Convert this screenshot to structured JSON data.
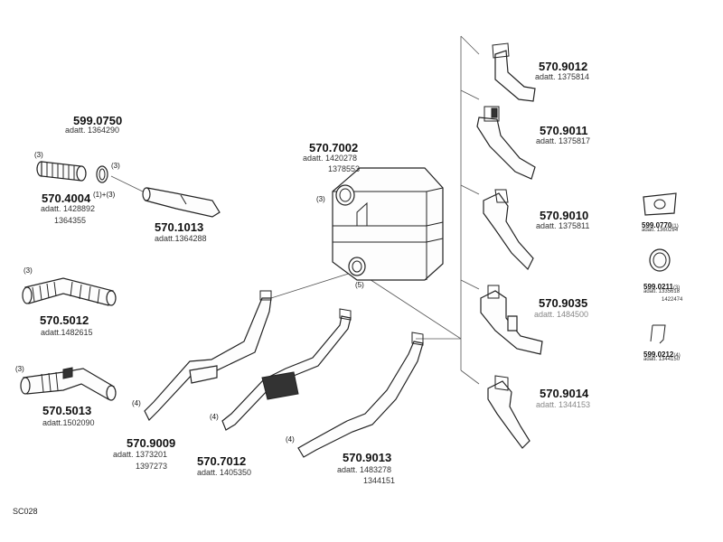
{
  "page_ref": "SC028",
  "parts": {
    "p599_0750": {
      "code": "599.0750",
      "adatt": [
        "adatt. 1364290"
      ]
    },
    "p570_4004": {
      "code": "570.4004",
      "adatt": [
        "adatt. 1428892",
        "1364355"
      ],
      "qty_left": "(3)",
      "qty_right": "(3)",
      "qty_mid": "(1)+(3)"
    },
    "p570_1013": {
      "code": "570.1013",
      "adatt": [
        "adatt.1364288"
      ]
    },
    "p570_7002": {
      "code": "570.7002",
      "adatt": [
        "adatt. 1420278",
        "1378553"
      ],
      "qty": "(3)",
      "qty_outlet": "(5)"
    },
    "p570_5012": {
      "code": "570.5012",
      "adatt": [
        "adatt.1482615"
      ],
      "qty": "(3)"
    },
    "p570_5013": {
      "code": "570.5013",
      "adatt": [
        "adatt.1502090"
      ],
      "qty": "(3)"
    },
    "p570_9009": {
      "code": "570.9009",
      "adatt": [
        "adatt. 1373201",
        "1397273"
      ],
      "qty": "(4)"
    },
    "p570_7012": {
      "code": "570.7012",
      "adatt": [
        "adatt. 1405350"
      ],
      "qty": "(4)"
    },
    "p570_9013": {
      "code": "570.9013",
      "adatt": [
        "adatt. 1483278",
        "1344151"
      ],
      "qty": "(4)"
    },
    "p570_9012": {
      "code": "570.9012",
      "adatt": [
        "adatt. 1375814"
      ]
    },
    "p570_9011": {
      "code": "570.9011",
      "adatt": [
        "adatt. 1375817"
      ]
    },
    "p570_9010": {
      "code": "570.9010",
      "adatt": [
        "adatt. 1375811"
      ]
    },
    "p570_9035": {
      "code": "570.9035",
      "adatt": [
        "adatt. 1484500"
      ]
    },
    "p570_9014": {
      "code": "570.9014",
      "adatt": [
        "adatt. 1344153"
      ]
    },
    "p599_0770": {
      "code": "599.0770",
      "qty": "(1)",
      "adatt": [
        "adatt. 1360294"
      ]
    },
    "p599_0211": {
      "code": "599.0211",
      "qty": "(3)",
      "adatt": [
        "adatt. 1335618",
        "1422474"
      ]
    },
    "p599_0212": {
      "code": "599.0212",
      "qty": "(4)",
      "adatt": [
        "adatt. 1344150"
      ]
    }
  }
}
